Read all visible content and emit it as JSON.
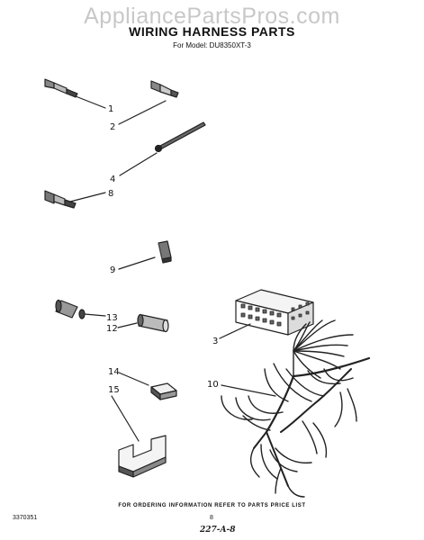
{
  "watermark": "AppliancePartsPros.com",
  "title": "WIRING HARNESS PARTS",
  "subtitle": "For Model: DU8350XT-3",
  "callouts": {
    "c1": "1",
    "c2": "2",
    "c4": "4",
    "c8": "8",
    "c9": "9",
    "c13": "13",
    "c12": "12",
    "c3": "3",
    "c14": "14",
    "c15": "15",
    "c10": "10"
  },
  "footer": {
    "note": "FOR ORDERING INFORMATION REFER TO PARTS PRICE LIST",
    "part_number": "3370351",
    "page": "8",
    "code": "227-A-8"
  }
}
